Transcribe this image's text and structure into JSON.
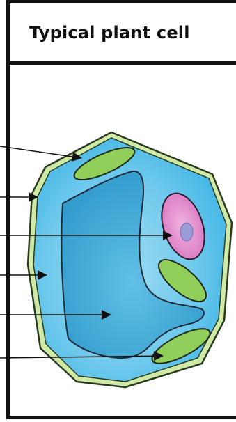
{
  "header": {
    "title": "Typical plant cell"
  },
  "diagram": {
    "label_arrows": [
      {
        "target": "chloroplast"
      },
      {
        "target": "cell-wall"
      },
      {
        "target": "nucleus"
      },
      {
        "target": "cytoplasm"
      },
      {
        "target": "vacuole"
      },
      {
        "target": "chloroplast"
      }
    ],
    "colors": {
      "cell_wall": "#cfe9a6",
      "cytoplasm": "#5ec5ec",
      "vacuole": "#3fa9d6",
      "chloroplast": "#8fcf5a",
      "nucleus": "#e58fcf",
      "nucleolus": "#9b9bd6"
    }
  }
}
